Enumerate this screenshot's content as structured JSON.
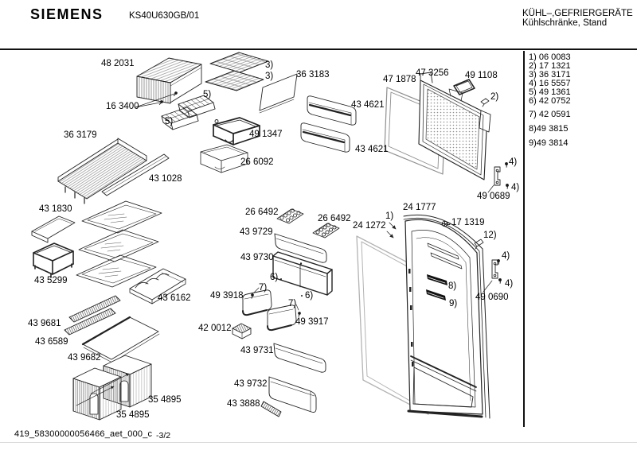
{
  "header": {
    "brand": "SIEMENS",
    "model": "KS40U630GB/01",
    "category_line1": "KÜHL–,GEFRIERGERÄTE",
    "category_line2": "Kühlschränke, Stand"
  },
  "legend": {
    "items": [
      "1) 06 0083",
      "2) 17 1321",
      "3) 36 3171",
      "4) 16 5557",
      "5) 49 1361",
      "6) 42 0752",
      "7) 42 0591",
      "8)49 3815",
      "9)49 3814"
    ]
  },
  "parts": [
    "48 2031",
    "3)",
    "3)",
    "36 3183",
    "16 3400",
    "5)",
    "5)",
    "43 4621",
    "47 1878",
    "47 3256",
    "49 1108",
    "2)",
    "36 3179",
    "49 1347",
    "43 4621",
    "26 6092",
    "43 1028",
    "4)",
    "4)",
    "49 0689",
    "43 1830",
    "26 6492",
    "26 6492",
    "24 1777",
    "24 1272",
    "1)",
    "17 1319",
    "12)",
    "43 9729",
    "43 9730",
    "43 5299",
    "4)",
    "4)",
    "6)",
    "43 6162",
    "49 3918",
    "7)",
    "7)",
    "6)",
    "8)",
    "9)",
    "49 0690",
    "43 9681",
    "49 3917",
    "42 0012",
    "43 6589",
    "43 9731",
    "43 9682",
    "43 9732",
    "35 4895",
    "43 3888",
    "35 4895"
  ],
  "footer": {
    "document_code": "419_58300000056466_aet_000_c",
    "sheet": "-3/2"
  }
}
